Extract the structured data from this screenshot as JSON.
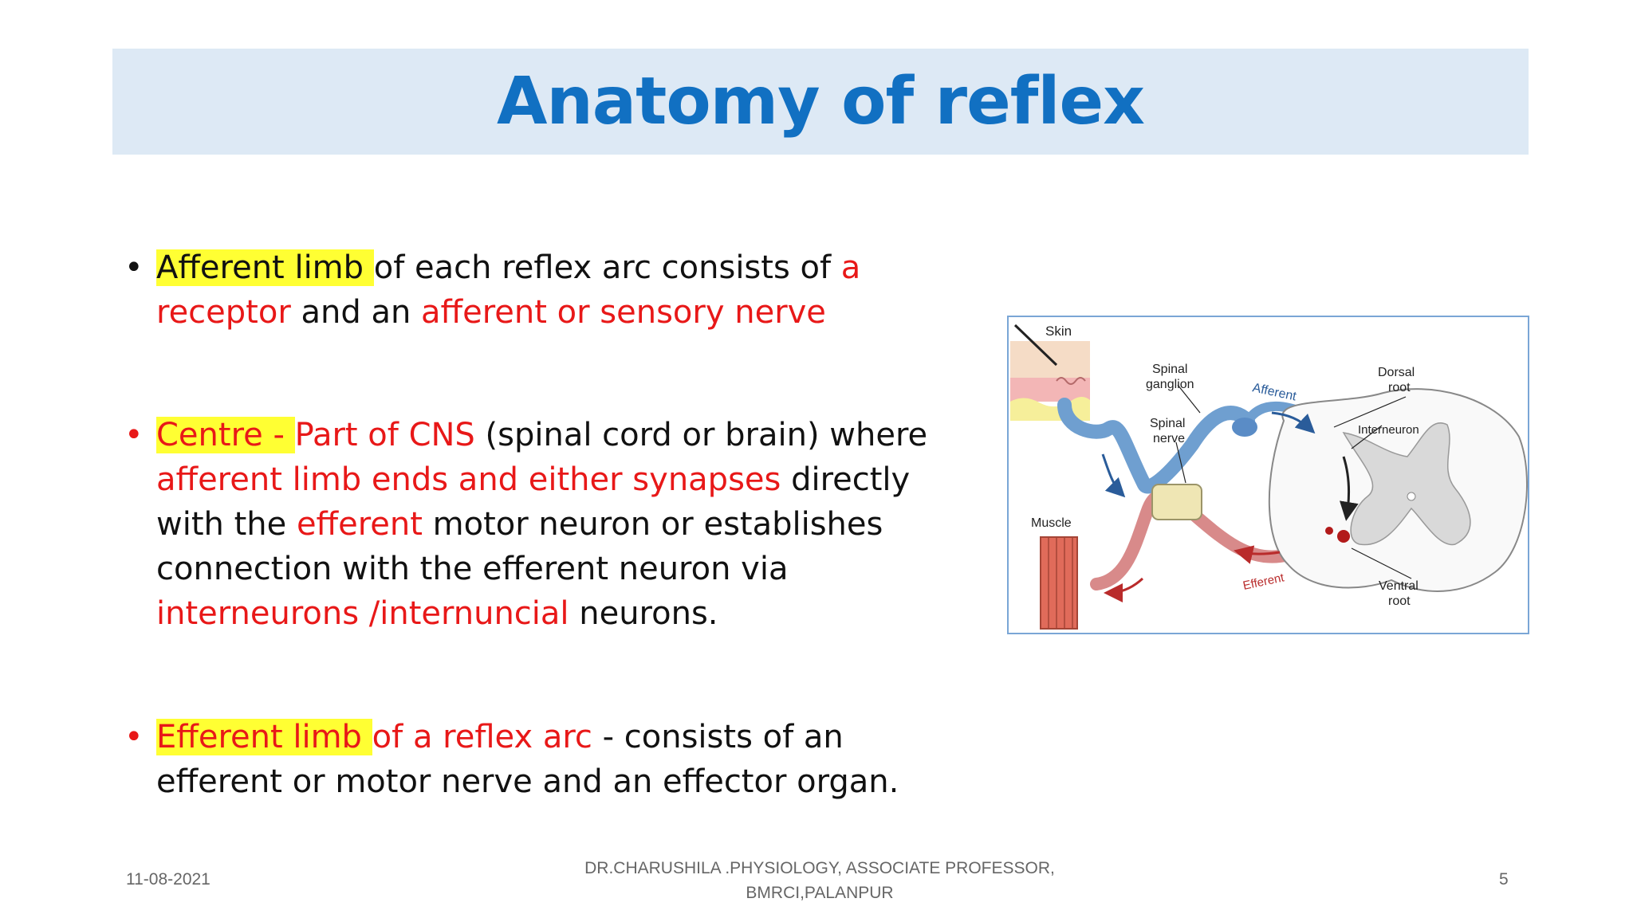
{
  "title": "Anatomy of reflex",
  "bullets": [
    {
      "highlight": "Afferent limb ",
      "t1": "of each reflex arc consists of ",
      "t2": "a",
      "t3": "receptor",
      "t4": " and an ",
      "t5": "afferent or sensory nerve"
    },
    {
      "highlight": "Centre - ",
      "t1": "Part of CNS",
      "t2": " (spinal cord or brain) where",
      "t3": "afferent limb ends and either synapses",
      "t4": " directly",
      "t5": "with the ",
      "t6": "efferent",
      "t7": " motor neuron or establishes",
      "t8": "connection with the efferent neuron via",
      "t9": "interneurons /internuncial",
      "t10": " neurons."
    },
    {
      "highlight": "Efferent limb ",
      "t1": "of a reflex arc",
      "t2": " - consists of an",
      "t3": "efferent or motor nerve and an effector organ."
    }
  ],
  "diagram": {
    "skin": "Skin",
    "spinal_ganglion_1": "Spinal",
    "spinal_ganglion_2": "ganglion",
    "afferent": "Afferent",
    "dorsal_root_1": "Dorsal",
    "dorsal_root_2": "root",
    "interneuron": "Interneuron",
    "spinal_nerve_1": "Spinal",
    "spinal_nerve_2": "nerve",
    "muscle": "Muscle",
    "efferent": "Efferent",
    "ventral_root_1": "Ventral",
    "ventral_root_2": "root"
  },
  "footer": {
    "date": "11-08-2021",
    "author_line1": "DR.CHARUSHILA .PHYSIOLOGY, ASSOCIATE  PROFESSOR,",
    "author_line2": "BMRCI,PALANPUR",
    "page": "5"
  },
  "colors": {
    "title": "#1170c2",
    "title_bg": "#dde9f5",
    "highlight": "#ffff33",
    "red_text": "#e81818",
    "nerve_blue": "#6f9fd0",
    "nerve_red": "#d88a8a"
  }
}
